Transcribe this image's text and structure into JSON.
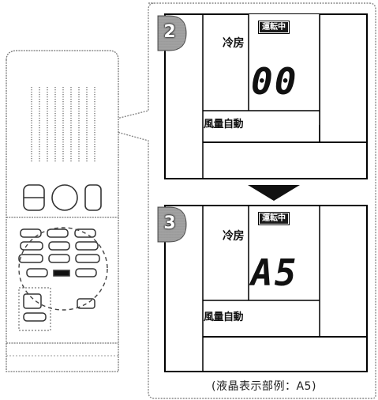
{
  "step_2": {
    "number": "2",
    "mode_label": "冷房",
    "status_badge": "運転中",
    "lcd_code": "00",
    "airflow_label": "風量自動"
  },
  "step_3": {
    "number": "3",
    "mode_label": "冷房",
    "status_badge": "運転中",
    "lcd_code": "A5",
    "airflow_label": "風量自動"
  },
  "caption": "(液晶表示部例：A5)"
}
